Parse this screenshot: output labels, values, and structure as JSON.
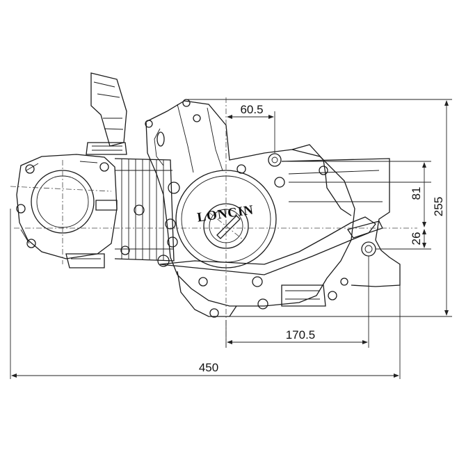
{
  "brand_logo": "LONCIN",
  "dimensions": {
    "overall_length": "450",
    "overall_height": "255",
    "top_offset": "60.5",
    "mount_offset": "170.5",
    "mount_spacing": "81",
    "lower_offset": "26"
  }
}
